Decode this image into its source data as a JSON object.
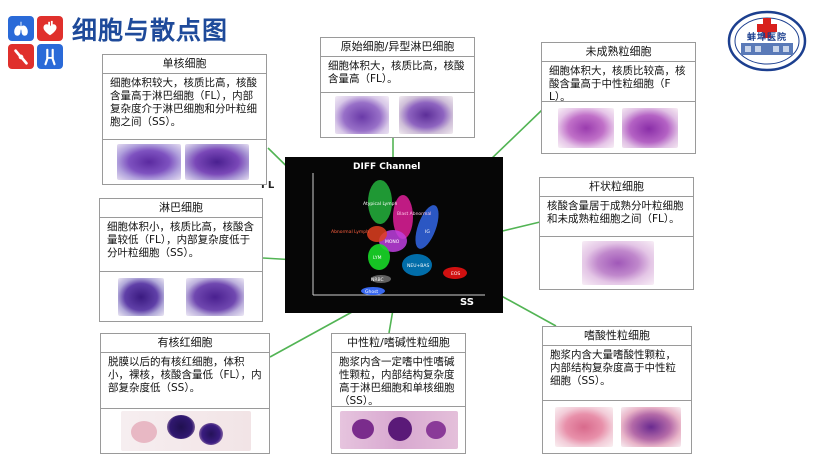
{
  "slide": {
    "title": "细胞与散点图"
  },
  "header": {
    "icons": [
      "lungs-icon",
      "heart-organ-icon",
      "joint-bone-icon",
      "leg-bone-icon"
    ],
    "logo": {
      "text": "蚌埠医院",
      "emblem": "red-cross-icon",
      "color": "#1c3f8f"
    }
  },
  "scatter": {
    "title": "DIFF Channel",
    "x_axis": "SS",
    "y_axis": "FL",
    "populations": [
      {
        "label": "Atypical Lymph",
        "color": "#22a83a"
      },
      {
        "label": "Blast Abnormal",
        "color": "#e0209a"
      },
      {
        "label": "Abnormal Lymph",
        "color": "#e04020"
      },
      {
        "label": "IG",
        "color": "#3060d8"
      },
      {
        "label": "MONO",
        "color": "#c040e0"
      },
      {
        "label": "LYM",
        "color": "#18d828"
      },
      {
        "label": "NEU+BAS",
        "color": "#0090e0"
      },
      {
        "label": "EOS",
        "color": "#d01010"
      },
      {
        "label": "NRBC",
        "color": "#ffffff"
      },
      {
        "label": "Ghost",
        "color": "#3868f0"
      }
    ]
  },
  "cards": {
    "mono": {
      "title": "单核细胞",
      "desc": "细胞体积较大，核质比高，核酸含量高于淋巴细胞（FL），内部复杂度介于淋巴细胞和分叶粒细胞之间（SS）。"
    },
    "blast": {
      "title": "原始细胞/异型淋巴细胞",
      "desc": "细胞体积大，核质比高，核酸含量高（FL）。"
    },
    "immature": {
      "title": "未成熟粒细胞",
      "desc": "细胞体积大，核质比较高，核酸含量高于中性粒细胞（FL）。"
    },
    "lymph": {
      "title": "淋巴细胞",
      "desc": "细胞体积小，核质比高，核酸含量较低（FL），内部复杂度低于分叶粒细胞（SS）。"
    },
    "band": {
      "title": "杆状粒细胞",
      "desc": "核酸含量居于成熟分叶粒细胞和未成熟粒细胞之间（FL）。"
    },
    "nrbc": {
      "title": "有核红细胞",
      "desc": "脱膜以后的有核红细胞，体积小，裸核，核酸含量低（FL），内部复杂度低（SS）。"
    },
    "neu": {
      "title": "中性粒/嗜碱性粒细胞",
      "desc": "胞浆内含一定嗜中性嗜碱性颗粒，内部结构复杂度高于淋巴细胞和单核细胞（SS）。"
    },
    "eos": {
      "title": "嗜酸性粒细胞",
      "desc": "胞浆内含大量嗜酸性颗粒，内部结构复杂度高于中性粒细胞（SS）。"
    }
  },
  "colors": {
    "title": "#1e4a9a",
    "connector": "#52b454",
    "icon_tile": "#e0302c",
    "icon_tile_alt": "#2a6ad8"
  }
}
